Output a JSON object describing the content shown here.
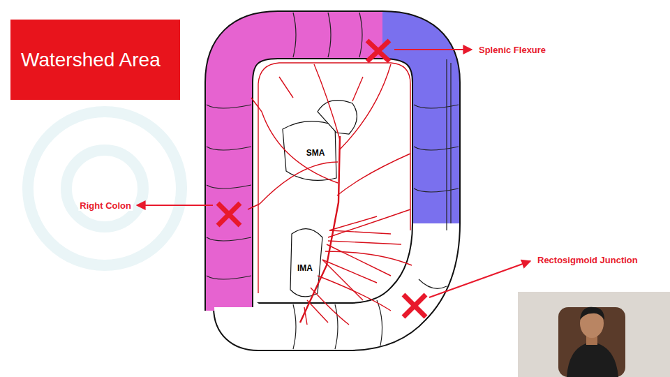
{
  "diagram": {
    "title": "Watershed Area",
    "labels": [
      "Splenic Flexure",
      "Right Colon",
      "Rectosigmoid Junction",
      "SMA",
      "IMA"
    ]
  }
}
